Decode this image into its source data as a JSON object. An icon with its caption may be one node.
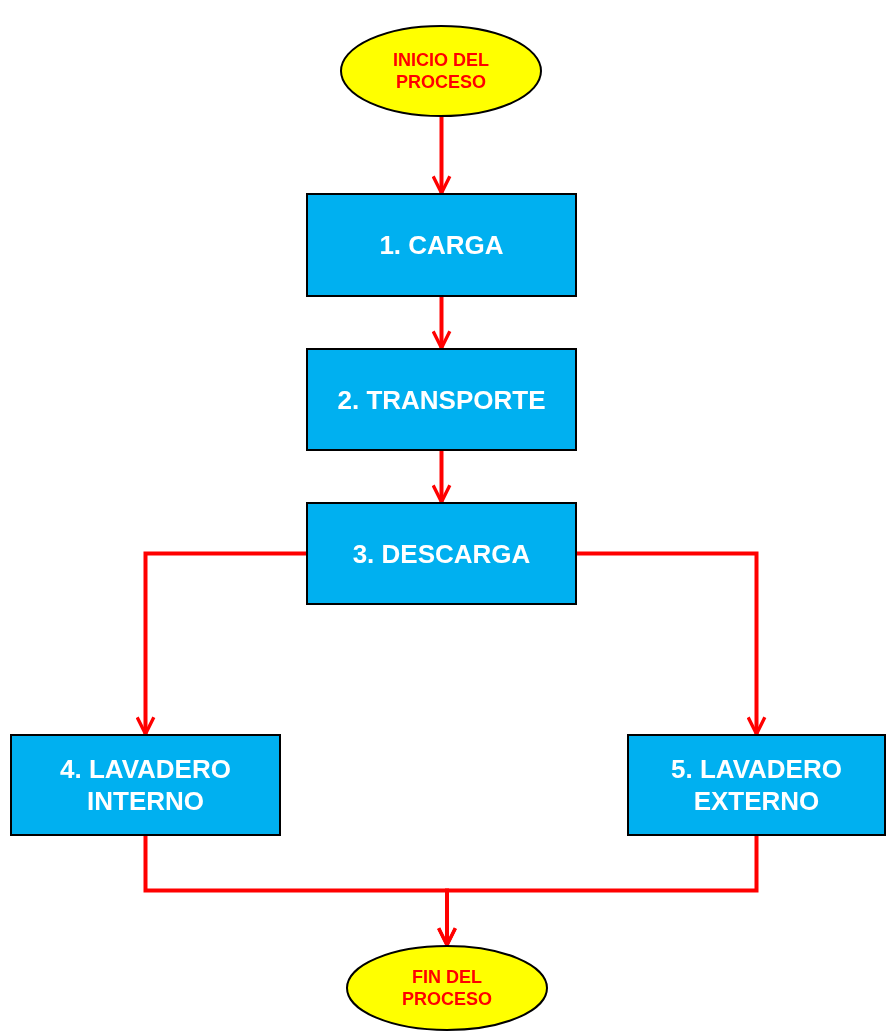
{
  "diagram": {
    "nodes": [
      {
        "text": [
          "INICIO DEL PROCESO"
        ]
      },
      {
        "text": [
          "1. CARGA"
        ]
      },
      {
        "text": [
          "2. TRANSPORTE"
        ]
      },
      {
        "text": [
          "3. DESCARGA"
        ]
      },
      {
        "text": [
          "4. LAVADERO INTERNO"
        ]
      },
      {
        "text": [
          "5. LAVADERO EXTERNO"
        ]
      },
      {
        "text": [
          "FIN DEL PROCESO"
        ]
      }
    ],
    "edges": [
      {
        "from": 0,
        "to": 1,
        "arrow": "to"
      },
      {
        "from": 1,
        "to": 2,
        "arrow": "to"
      },
      {
        "from": 2,
        "to": 3,
        "arrow": "to"
      },
      {
        "from": 3,
        "to": 4,
        "arrow": "to"
      },
      {
        "from": 3,
        "to": 5,
        "arrow": "to"
      },
      {
        "from": 4,
        "to": 6,
        "arrow": "to"
      },
      {
        "from": 5,
        "to": 6,
        "arrow": "to"
      }
    ]
  }
}
